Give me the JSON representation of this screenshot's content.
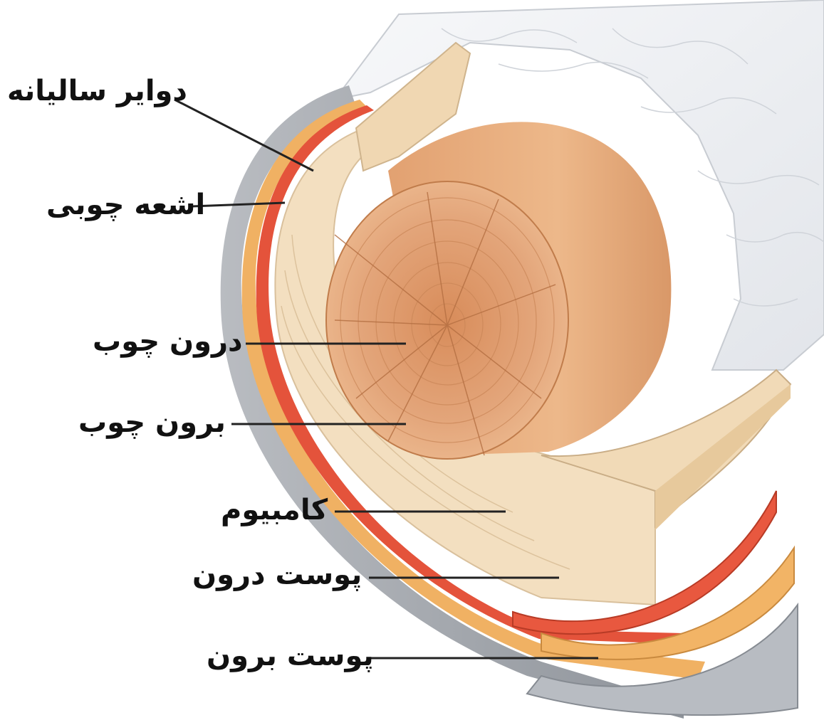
{
  "labels": {
    "annual_rings": "دوایر سالیانه",
    "wood_rays": "اشعه چوبی",
    "heartwood": "درون چوب",
    "sapwood": "برون چوب",
    "cambium": "کامبیوم",
    "inner_bark": "پوست درون",
    "outer_bark": "پوست برون"
  },
  "colors": {
    "bark_surface": "#eef0f3",
    "bark_edge": "#9a9fa6",
    "inner_bark": "#f2b466",
    "cambium": "#e5533c",
    "sapwood": "#f1dcbc",
    "heartwood": "#dc9c68",
    "heartwood_side": "#e6ae7c",
    "leader_line": "#222222"
  }
}
